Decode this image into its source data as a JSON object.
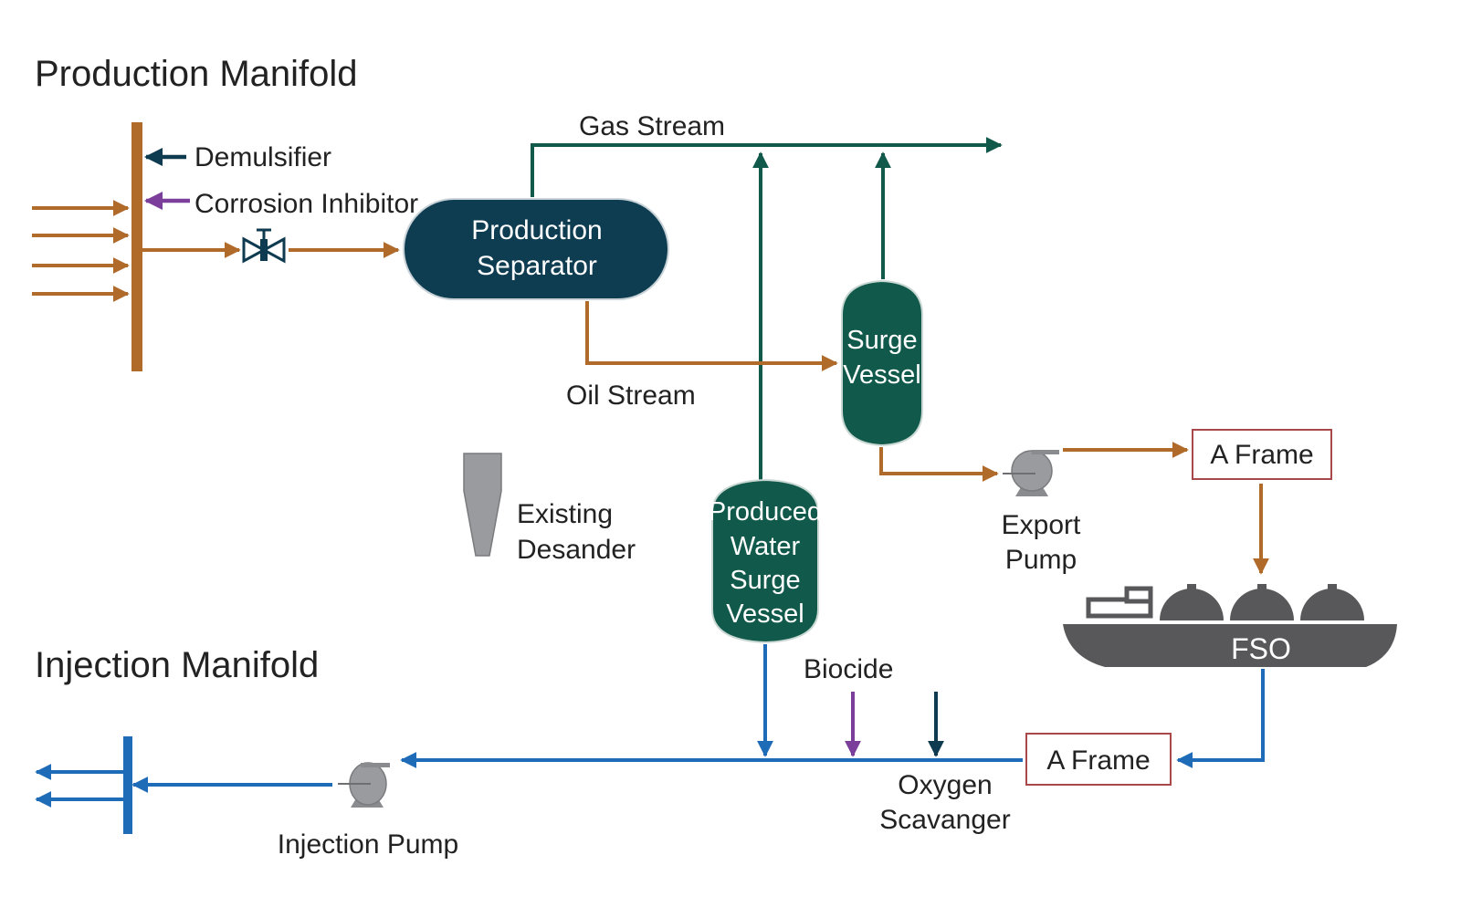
{
  "titles": {
    "production_manifold": "Production Manifold",
    "injection_manifold": "Injection Manifold"
  },
  "colors": {
    "oil": "#B06A2A",
    "gas": "#11594A",
    "water": "#1E6BB8",
    "demulsifier": "#0E3B4F",
    "corrosion_inhibitor": "#7B3E9A",
    "biocide": "#7B3E9A",
    "oxygen_scavenger": "#0E3B4F",
    "separator": "#0E3D52",
    "surge_vessel": "#11594A",
    "pump": "#9A9B9E",
    "fso": "#58585A",
    "a_frame_border": "#A8484A",
    "desander": "#9A9B9E"
  },
  "chemicals": {
    "demulsifier": "Demulsifier",
    "corrosion_inhibitor": "Corrosion Inhibitor",
    "biocide": "Biocide",
    "oxygen_scavenger_line1": "Oxygen",
    "oxygen_scavenger_line2": "Scavanger"
  },
  "streams": {
    "gas": "Gas Stream",
    "oil": "Oil Stream"
  },
  "equipment": {
    "production_separator_line1": "Production",
    "production_separator_line2": "Separator",
    "surge_vessel_line1": "Surge",
    "surge_vessel_line2": "Vessel",
    "pw_surge_vessel_line1": "Produced",
    "pw_surge_vessel_line2": "Water",
    "pw_surge_vessel_line3": "Surge",
    "pw_surge_vessel_line4": "Vessel",
    "desander_line1": "Existing",
    "desander_line2": "Desander",
    "export_pump_line1": "Export",
    "export_pump_line2": "Pump",
    "injection_pump": "Injection Pump",
    "a_frame_top": "A Frame",
    "a_frame_bottom": "A Frame",
    "fso": "FSO"
  }
}
